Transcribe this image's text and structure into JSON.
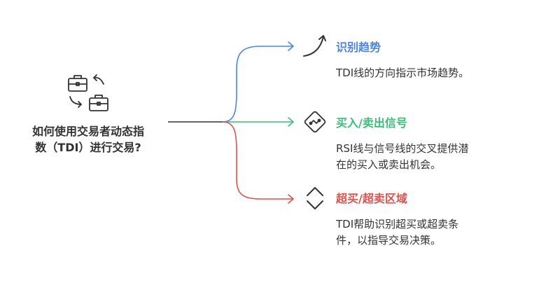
{
  "root": {
    "line1": "如何使用交易者动态指",
    "line2": "数（TDI）进行交易?",
    "icon": "briefcase-exchange-icon"
  },
  "branches": [
    {
      "title": "识别趋势",
      "desc_line1": "TDI线的方向指示市场趋势。",
      "color": "#4a86e0",
      "icon": "trend-arrow-icon"
    },
    {
      "title": "买入/卖出信号",
      "desc_line1": "RSI线与信号线的交叉提供潜",
      "desc_line2": "在的买入或卖出机会。",
      "color": "#3dbb7c",
      "icon": "signal-chip-icon"
    },
    {
      "title": "超买/超卖区域",
      "desc_line1": "TDI帮助识别超买或超卖条",
      "desc_line2": "件，以指导交易决策。",
      "color": "#d9534f",
      "icon": "up-down-chevrons-icon"
    }
  ]
}
